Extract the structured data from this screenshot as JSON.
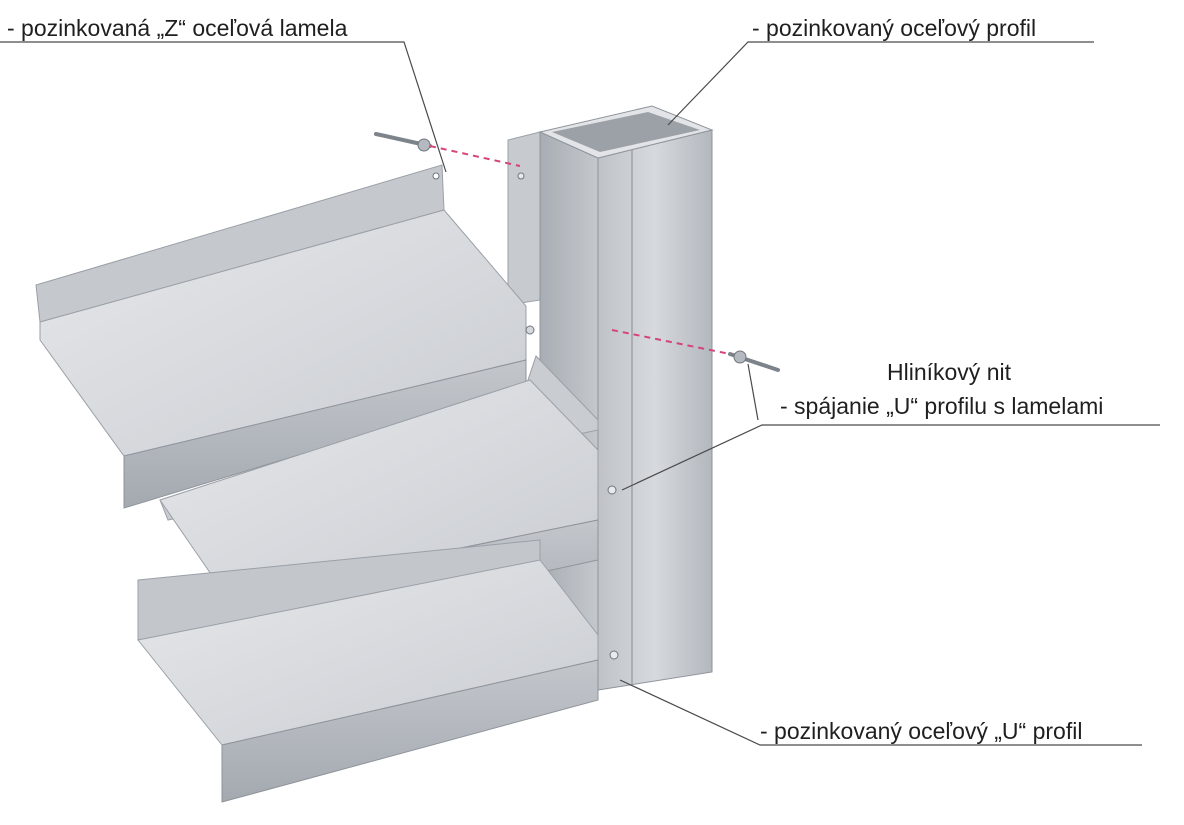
{
  "labels": {
    "z_lamela": "- pozinkovaná „Z“ oceľová lamela",
    "steel_profile": "- pozinkovaný oceľový profil",
    "rivet_title": "Hliníkový nit",
    "rivet_desc": "- spájanie „U“ profilu s lamelami",
    "u_profile": "- pozinkovaný oceľový „U“ profil"
  },
  "colors": {
    "metal_light": "#d9dce0",
    "metal_mid": "#b9bdc3",
    "metal_dark": "#8f949b",
    "leader_line": "#4a4a4a",
    "rivet_path": "#d4447a"
  }
}
